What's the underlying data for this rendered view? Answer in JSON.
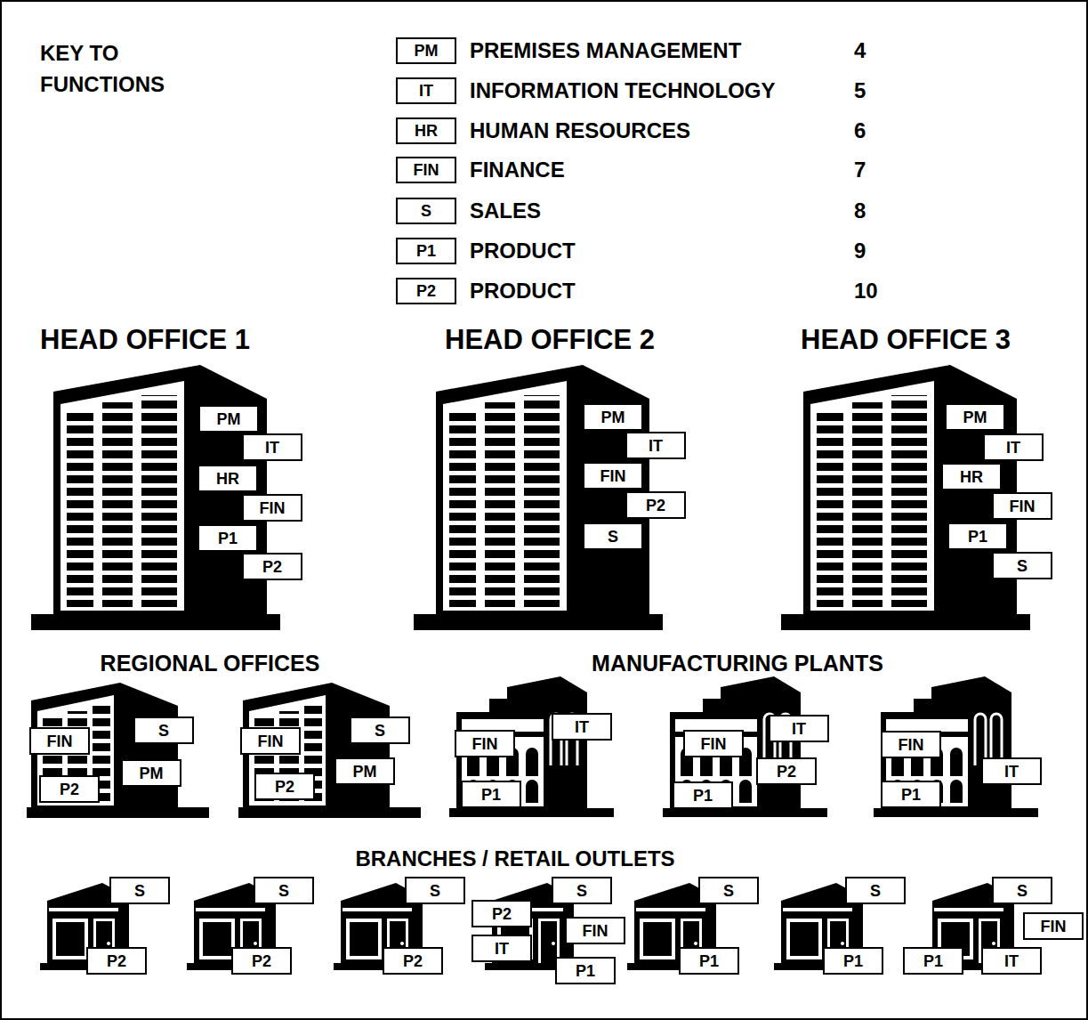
{
  "diagram": {
    "nodes": [
      {
        "text": [
          "PM"
        ]
      },
      {
        "text": [
          "IT"
        ]
      },
      {
        "text": [
          "HR"
        ]
      },
      {
        "text": [
          "FIN"
        ]
      },
      {
        "text": [
          "S"
        ]
      },
      {
        "text": [
          "P1"
        ]
      },
      {
        "text": [
          "P2"
        ]
      },
      {
        "text": [
          "HEAD OFFICE 1"
        ]
      },
      {
        "text": [
          "PM"
        ],
        "in": 7
      },
      {
        "text": [
          "IT"
        ],
        "in": 7
      },
      {
        "text": [
          "HR"
        ],
        "in": 7
      },
      {
        "text": [
          "FIN"
        ],
        "in": 7
      },
      {
        "text": [
          "P1"
        ],
        "in": 7
      },
      {
        "text": [
          "P2"
        ],
        "in": 7
      },
      {
        "text": [
          "HEAD OFFICE 2"
        ]
      },
      {
        "text": [
          "PM"
        ],
        "in": 14
      },
      {
        "text": [
          "IT"
        ],
        "in": 14
      },
      {
        "text": [
          "FIN"
        ],
        "in": 14
      },
      {
        "text": [
          "P2"
        ],
        "in": 14
      },
      {
        "text": [
          "S"
        ],
        "in": 14
      },
      {
        "text": [
          "HEAD OFFICE 3"
        ]
      },
      {
        "text": [
          "PM"
        ],
        "in": 20
      },
      {
        "text": [
          "IT"
        ],
        "in": 20
      },
      {
        "text": [
          "HR"
        ],
        "in": 20
      },
      {
        "text": [
          "FIN"
        ],
        "in": 20
      },
      {
        "text": [
          "P1"
        ],
        "in": 20
      },
      {
        "text": [
          "S"
        ],
        "in": 20
      },
      {
        "text": [
          "REGIONAL OFFICES"
        ]
      },
      {
        "text": [
          "FIN"
        ],
        "in": 27
      },
      {
        "text": [
          "S"
        ],
        "in": 27
      },
      {
        "text": [
          "PM"
        ],
        "in": 27
      },
      {
        "text": [
          "P2"
        ],
        "in": 27
      },
      {
        "text": [
          "FIN"
        ],
        "in": 27
      },
      {
        "text": [
          "S"
        ],
        "in": 27
      },
      {
        "text": [
          "PM"
        ],
        "in": 27
      },
      {
        "text": [
          "P2"
        ],
        "in": 27
      },
      {
        "text": [
          "MANUFACTURING PLANTS"
        ]
      },
      {
        "text": [
          "FIN"
        ],
        "in": 36
      },
      {
        "text": [
          "IT"
        ],
        "in": 36
      },
      {
        "text": [
          "P1"
        ],
        "in": 36
      },
      {
        "text": [
          "FIN"
        ],
        "in": 36
      },
      {
        "text": [
          "IT"
        ],
        "in": 36
      },
      {
        "text": [
          "P2"
        ],
        "in": 36
      },
      {
        "text": [
          "P1"
        ],
        "in": 36
      },
      {
        "text": [
          "FIN"
        ],
        "in": 36
      },
      {
        "text": [
          "IT"
        ],
        "in": 36
      },
      {
        "text": [
          "P1"
        ],
        "in": 36
      },
      {
        "text": [
          "BRANCHES / RETAIL OUTLETS"
        ]
      },
      {
        "text": [
          "S"
        ],
        "in": 47
      },
      {
        "text": [
          "P2"
        ],
        "in": 47
      },
      {
        "text": [
          "S"
        ],
        "in": 47
      },
      {
        "text": [
          "P2"
        ],
        "in": 47
      },
      {
        "text": [
          "S"
        ],
        "in": 47
      },
      {
        "text": [
          "P2"
        ],
        "in": 47
      },
      {
        "text": [
          "S"
        ],
        "in": 47
      },
      {
        "text": [
          "P2"
        ],
        "in": 47
      },
      {
        "text": [
          "FIN"
        ],
        "in": 47
      },
      {
        "text": [
          "IT"
        ],
        "in": 47
      },
      {
        "text": [
          "P1"
        ],
        "in": 47
      },
      {
        "text": [
          "S"
        ],
        "in": 47
      },
      {
        "text": [
          "P1"
        ],
        "in": 47
      },
      {
        "text": [
          "S"
        ],
        "in": 47
      },
      {
        "text": [
          "P1"
        ],
        "in": 47
      },
      {
        "text": [
          "S"
        ],
        "in": 47
      },
      {
        "text": [
          "FIN"
        ],
        "in": 47
      },
      {
        "text": [
          "P1"
        ],
        "in": 47
      },
      {
        "text": [
          "IT"
        ],
        "in": 47
      }
    ],
    "labels": [
      "KEY TO FUNCTIONS",
      "PREMISES MANAGEMENT",
      "4",
      "INFORMATION TECHNOLOGY",
      "5",
      "HUMAN RESOURCES",
      "6",
      "FINANCE",
      "7",
      "SALES",
      "8",
      "PRODUCT",
      "9",
      "PRODUCT",
      "10"
    ]
  }
}
